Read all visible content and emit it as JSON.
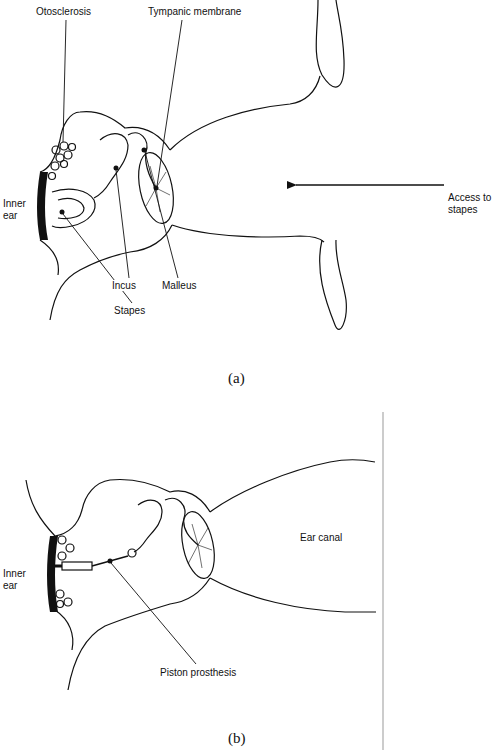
{
  "diagram": {
    "labels": [
      "Otosclerosis",
      "Tympanic membrane",
      "Access to stapes",
      "Inner ear",
      "Incus",
      "Malleus",
      "Stapes",
      "(a)",
      "Ear canal",
      "Inner ear",
      "Piston prosthesis",
      "(b)"
    ]
  }
}
